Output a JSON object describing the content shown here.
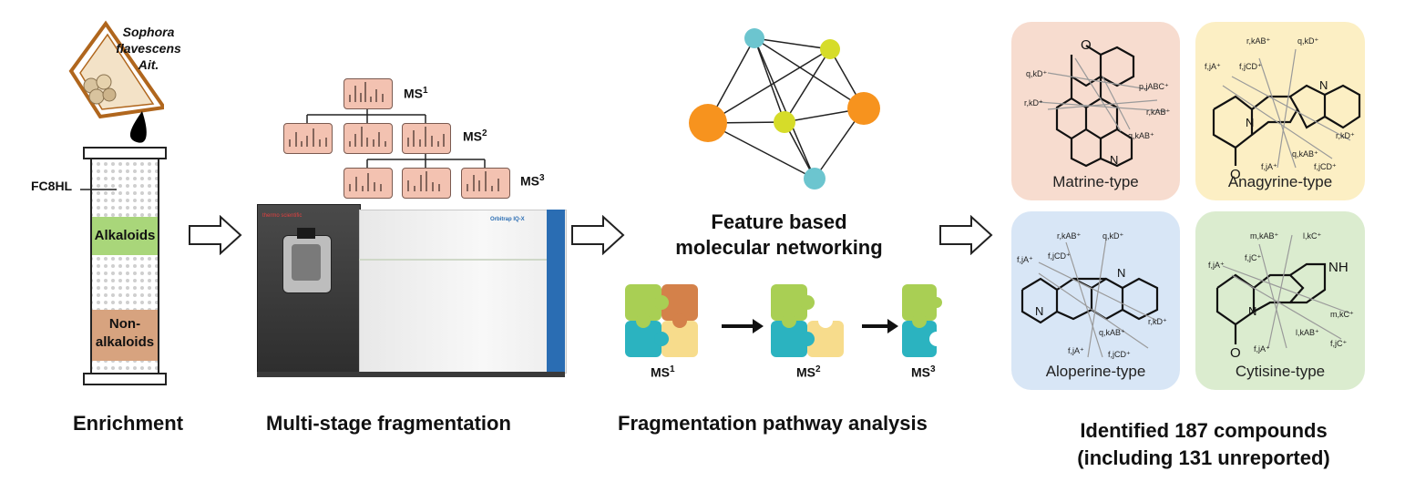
{
  "enrichment": {
    "species_line1": "Sophora",
    "species_line2": "flavescens Ait.",
    "resin_label": "FC8HL",
    "alkaloids_label": "Alkaloids",
    "nonalkaloids_line1": "Non-",
    "nonalkaloids_line2": "alkaloids",
    "caption": "Enrichment"
  },
  "fragmentation": {
    "ms1": "MS",
    "ms1_sup": "1",
    "ms2": "MS",
    "ms2_sup": "2",
    "ms3": "MS",
    "ms3_sup": "3",
    "instrument_brand": "thermo scientific",
    "instrument_model": "Orbitrap IQ-X",
    "caption": "Multi-stage fragmentation"
  },
  "networking": {
    "title_line1": "Feature based",
    "title_line2": "molecular networking",
    "node_colors": [
      "#6cc5cf",
      "#d6dc29",
      "#f7931e"
    ]
  },
  "pathway": {
    "ms1": "MS",
    "ms1_sup": "1",
    "ms2": "MS",
    "ms2_sup": "2",
    "ms3": "MS",
    "ms3_sup": "3",
    "caption": "Fragmentation pathway analysis",
    "piece_colors": [
      "#a9cf54",
      "#d4814a",
      "#2bb3c0",
      "#f7dc8c"
    ]
  },
  "compounds": {
    "matrine": {
      "name": "Matrine-type",
      "fragments": [
        "q,kD⁺",
        "p,jABC⁺",
        "r,kD⁺",
        "r,kAB⁺",
        "q,kAB⁺"
      ]
    },
    "anagyrine": {
      "name": "Anagyrine-type",
      "fragments": [
        "r,kAB⁺",
        "q,kD⁺",
        "f,jA⁺",
        "f,jCD⁺",
        "q,kAB⁺",
        "r,kD⁺",
        "f,jA⁺",
        "f,jCD⁺"
      ]
    },
    "aloperine": {
      "name": "Aloperine-type",
      "fragments": [
        "r,kAB⁺",
        "q,kD⁺",
        "f,jA⁺",
        "f,jCD⁺",
        "q,kAB⁺",
        "r,kD⁺",
        "f,jA⁺",
        "f,jCD⁺"
      ]
    },
    "cytisine": {
      "name": "Cytisine-type",
      "fragments": [
        "m,kAB⁺",
        "l,kC⁺",
        "f,jA⁺",
        "f,jC⁺",
        "m,kC⁺",
        "l,kAB⁺",
        "f,jA⁺",
        "f,jC⁺"
      ],
      "nh_label": "NH"
    },
    "atom_o": "O",
    "atom_n": "N",
    "caption_line1": "Identified 187 compounds",
    "caption_line2": "(including 131 unreported)",
    "panel_colors": [
      "#f7dccf",
      "#fcefc4",
      "#d8e6f6",
      "#dbeccf"
    ]
  }
}
